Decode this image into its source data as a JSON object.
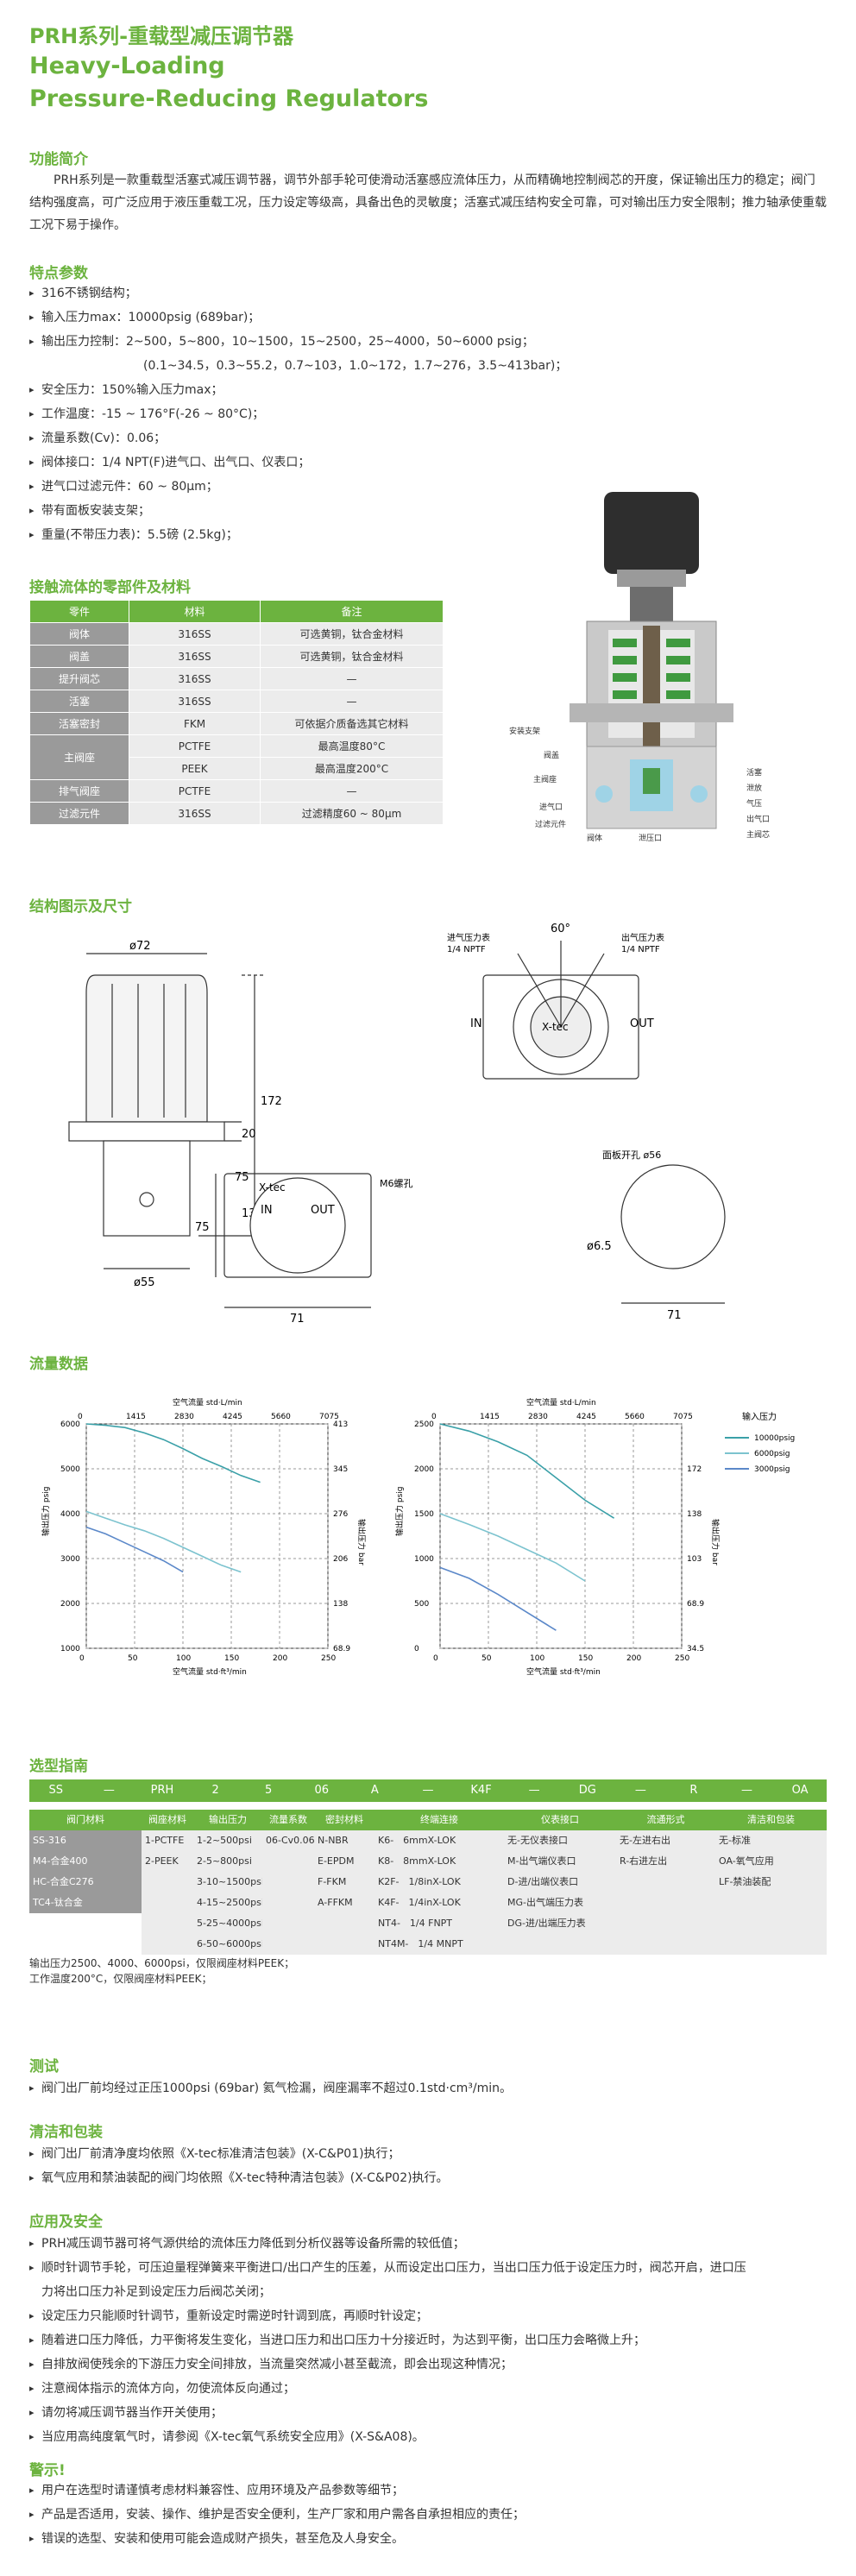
{
  "header": {
    "title_cn": "PRH系列-重载型减压调节器",
    "title_en_1": "Heavy-Loading",
    "title_en_2": "Pressure-Reducing Regulators"
  },
  "intro": {
    "heading": "功能简介",
    "text": "PRH系列是一款重载型活塞式减压调节器，调节外部手轮可使滑动活塞感应流体压力，从而精确地控制阀芯的开度，保证输出压力的稳定；阀门结构强度高，可广泛应用于液压重载工况，压力设定等级高，具备出色的灵敏度；活塞式减压结构安全可靠，可对输出压力安全限制；推力轴承使重载工况下易于操作。"
  },
  "features": {
    "heading": "特点参数",
    "items": [
      "316不锈钢结构；",
      "输入压力max：10000psig (689bar)；",
      "输出压力控制：2~500，5~800，10~1500，15~2500，25~4000，50~6000 psig；",
      "(0.1~34.5，0.3~55.2，0.7~103，1.0~172，1.7~276，3.5~413bar)；",
      "安全压力：150%输入压力max；",
      "工作温度：-15 ~ 176°F(-26 ~ 80°C)；",
      "流量系数(Cv)：0.06；",
      "阀体接口：1/4 NPT(F)进气口、出气口、仪表口；",
      "进气口过滤元件：60 ~ 80μm；",
      "带有面板安装支架；",
      "重量(不带压力表)：5.5磅 (2.5kg)；"
    ]
  },
  "materials": {
    "heading": "接触流体的零部件及材料",
    "headers": [
      "零件",
      "材料",
      "备注"
    ],
    "rows": [
      [
        "阀体",
        "316SS",
        "可选黄铜，钛合金材料"
      ],
      [
        "阀盖",
        "316SS",
        "可选黄铜，钛合金材料"
      ],
      [
        "提升阀芯",
        "316SS",
        "—"
      ],
      [
        "活塞",
        "316SS",
        "—"
      ],
      [
        "活塞密封",
        "FKM",
        "可依据介质备选其它材料"
      ],
      [
        "主阀座",
        "PCTFE",
        "最高温度80°C"
      ],
      [
        "",
        "PEEK",
        "最高温度200°C"
      ],
      [
        "排气阀座",
        "PCTFE",
        "—"
      ],
      [
        "过滤元件",
        "316SS",
        "过滤精度60 ~ 80μm"
      ]
    ]
  },
  "section_labels": {
    "labels": [
      "安装支架",
      "阀盖",
      "主阀座",
      "进气口",
      "过滤元件",
      "阀体",
      "活塞",
      "泄放",
      "气压",
      "出气口",
      "主阀芯",
      "泄压口"
    ]
  },
  "structure": {
    "heading": "结构图示及尺寸",
    "dims": {
      "d72": "ø72",
      "d55": "ø55",
      "h172": "172",
      "h75": "75",
      "h20": "20",
      "h13": "13",
      "w71a": "71",
      "w71b": "71",
      "h75b": "75",
      "d56": "面板开孔 ø56",
      "d65": "ø6.5",
      "m6": "M6螺孔",
      "ang": "60°",
      "in_lbl": "进气压力表",
      "in_npt": "1/4 NPTF",
      "out_lbl": "出气压力表",
      "out_npt": "1/4 NPTF",
      "in": "IN",
      "out": "OUT",
      "brand": "X-tec"
    }
  },
  "flow": {
    "heading": "流量数据",
    "top_axis": "空气流量 std·L/min",
    "bottom_axis": "空气流量 std·ft³/min",
    "ylabel_l": "输出压力 psig",
    "ylabel_r": "输出压力 bar",
    "legend_title": "输入压力",
    "legend": [
      "10000psig",
      "6000psig",
      "3000psig"
    ]
  },
  "chart_data": [
    {
      "type": "line",
      "xlabel": "空气流量 std·ft³/min",
      "ylabel": "输出压力 psig",
      "x_ticks": [
        0,
        50,
        100,
        150,
        200,
        250
      ],
      "top_ticks": [
        0,
        1415,
        2830,
        4245,
        5660,
        7075
      ],
      "y_ticks": [
        1000,
        2000,
        3000,
        4000,
        5000,
        6000
      ],
      "y2_ticks": [
        68.9,
        138,
        206,
        276,
        345,
        413
      ],
      "xlim": [
        0,
        250
      ],
      "ylim": [
        1000,
        6000
      ],
      "series": [
        {
          "name": "10000psig",
          "color": "#3aa0a8",
          "x": [
            0,
            20,
            40,
            60,
            80,
            100,
            120,
            140,
            160,
            180
          ],
          "y": [
            6000,
            5970,
            5920,
            5800,
            5650,
            5450,
            5230,
            5050,
            4850,
            4700
          ]
        },
        {
          "name": "6000psig",
          "color": "#7cc3cf",
          "x": [
            0,
            20,
            40,
            60,
            80,
            100,
            120,
            140,
            160
          ],
          "y": [
            4050,
            3900,
            3750,
            3620,
            3450,
            3250,
            3050,
            2850,
            2700
          ]
        },
        {
          "name": "3000psig",
          "color": "#5b88c9",
          "x": [
            0,
            20,
            40,
            60,
            80,
            100
          ],
          "y": [
            3700,
            3550,
            3350,
            3150,
            2950,
            2700
          ]
        }
      ]
    },
    {
      "type": "line",
      "xlabel": "空气流量 std·ft³/min",
      "ylabel": "输出压力 psig",
      "x_ticks": [
        0,
        50,
        100,
        150,
        200,
        250
      ],
      "top_ticks": [
        0,
        1415,
        2830,
        4245,
        5660,
        7075
      ],
      "y_ticks": [
        0,
        500,
        1000,
        1500,
        2000,
        2500
      ],
      "y2_ticks": [
        34.5,
        68.9,
        103,
        138,
        172
      ],
      "xlim": [
        0,
        250
      ],
      "ylim": [
        0,
        2500
      ],
      "series": [
        {
          "name": "10000psig",
          "color": "#3aa0a8",
          "x": [
            0,
            30,
            60,
            90,
            120,
            150,
            180
          ],
          "y": [
            2500,
            2420,
            2300,
            2150,
            1900,
            1650,
            1450
          ]
        },
        {
          "name": "6000psig",
          "color": "#7cc3cf",
          "x": [
            0,
            30,
            60,
            90,
            120,
            150
          ],
          "y": [
            1500,
            1380,
            1250,
            1100,
            950,
            750
          ]
        },
        {
          "name": "3000psig",
          "color": "#5b88c9",
          "x": [
            0,
            30,
            60,
            90,
            120
          ],
          "y": [
            900,
            780,
            600,
            400,
            200
          ]
        }
      ]
    }
  ],
  "selection": {
    "heading": "选型指南",
    "code": [
      "SS",
      "—",
      "PRH",
      "2",
      "5",
      "06",
      "A",
      "—",
      "K4F",
      "—",
      "DG",
      "—",
      "R",
      "—",
      "OA"
    ],
    "col_heads": [
      "阀门材料",
      "阀座材料",
      "输出压力",
      "流量系数",
      "密封材料",
      "终端连接",
      "仪表接口",
      "流通形式",
      "清洁和包装"
    ],
    "cols": [
      [
        "SS-316",
        "M4-合金400",
        "HC-合金C276",
        "TC4-钛合金"
      ],
      [
        "1-PCTFE",
        "2-PEEK"
      ],
      [
        "1-2~500psi",
        "2-5~800psi",
        "3-10~1500psi",
        "4-15~2500psi",
        "5-25~4000psi",
        "6-50~6000psi"
      ],
      [
        "06-Cv0.06"
      ],
      [
        "N-NBR",
        "E-EPDM",
        "F-FKM",
        "A-FFKM"
      ],
      [
        "K6-　6mmX-LOK",
        "K8-　8mmX-LOK",
        "K2F-　1/8inX-LOK",
        "K4F-　1/4inX-LOK",
        "NT4-　1/4 FNPT",
        "NT4M-　1/4 MNPT"
      ],
      [
        "无-无仪表接口",
        "M-出气端仪表口",
        "D-进/出端仪表口",
        "MG-出气端压力表",
        "DG-进/出端压力表"
      ],
      [
        "无-左进右出",
        "R-右进左出"
      ],
      [
        "无-标准",
        "OA-氧气应用",
        "LF-禁油装配"
      ]
    ],
    "notes": [
      "输出压力2500、4000、6000psi，仅限阀座材料PEEK；",
      "工作温度200°C，仅限阀座材料PEEK；"
    ]
  },
  "test": {
    "heading": "测试",
    "items": [
      "阀门出厂前均经过正压1000psi (69bar) 氦气检漏，阀座漏率不超过0.1std·cm³/min。"
    ]
  },
  "clean": {
    "heading": "清洁和包装",
    "items": [
      "阀门出厂前清净度均依照《X-tec标准清洁包装》(X-C&P01)执行；",
      "氧气应用和禁油装配的阀门均依照《X-tec特种清洁包装》(X-C&P02)执行。"
    ]
  },
  "apply": {
    "heading": "应用及安全",
    "items": [
      "PRH减压调节器可将气源供给的流体压力降低到分析仪器等设备所需的较低值；",
      "顺时针调节手轮，可压迫量程弹簧来平衡进口/出口产生的压差，从而设定出口压力，当出口压力低于设定压力时，阀芯开启，进口压",
      "力将出口压力补足到设定压力后阀芯关闭；",
      "设定压力只能顺时针调节，重新设定时需逆时针调到底，再顺时针设定；",
      "随着进口压力降低，力平衡将发生变化，当进口压力和出口压力十分接近时，为达到平衡，出口压力会略微上升；",
      "自排放阀使残余的下游压力安全间排放，当流量突然减小甚至截流，即会出现这种情况；",
      "注意阀体指示的流体方向，勿使流体反向通过；",
      "请勿将减压调节器当作开关使用；",
      "当应用高纯度氧气时，请参阅《X-tec氧气系统安全应用》(X-S&A08)。"
    ]
  },
  "warn": {
    "heading": "警示!",
    "items": [
      "用户在选型时请谨慎考虑材料兼容性、应用环境及产品参数等细节；",
      "产品是否适用，安装、操作、维护是否安全便利，生产厂家和用户需各自承担相应的责任；",
      "错误的选型、安装和使用可能会造成财产损失，甚至危及人身安全。"
    ]
  }
}
